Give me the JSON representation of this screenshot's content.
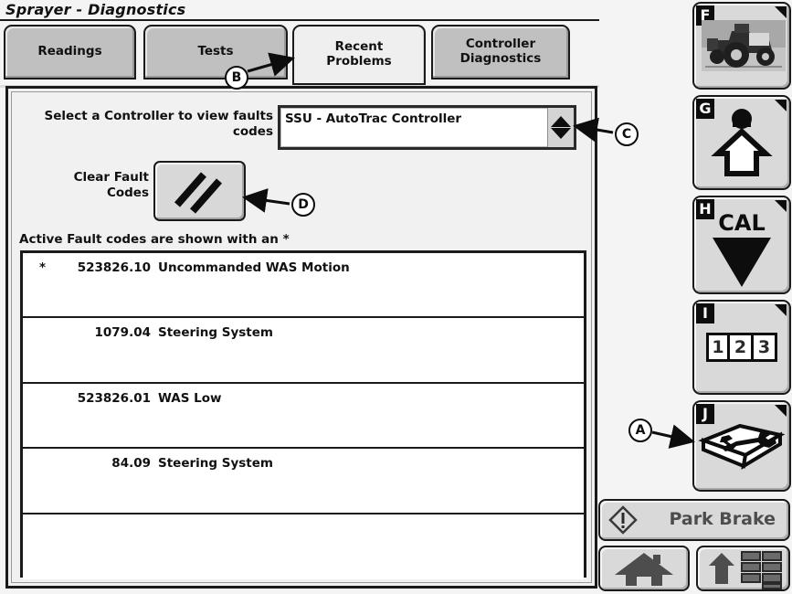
{
  "header": {
    "title": "Sprayer - Diagnostics"
  },
  "tabs": [
    {
      "id": "readings",
      "label": "Readings",
      "active": false
    },
    {
      "id": "tests",
      "label": "Tests",
      "active": false
    },
    {
      "id": "recent-problems",
      "label_line1": "Recent",
      "label_line2": "Problems",
      "active": true
    },
    {
      "id": "controller-diagnostics",
      "label_line1": "Controller",
      "label_line2": "Diagnostics",
      "active": false
    }
  ],
  "panel": {
    "selector_label": "Select a Controller to view faults codes",
    "controller_value": "SSU - AutoTrac Controller",
    "clear_label": "Clear Fault Codes",
    "clear_icon": "double-slash-icon",
    "list_caption": "Active Fault codes are shown with an *",
    "fault_rows": [
      {
        "star": "*",
        "code": "523826.10",
        "description": "Uncommanded WAS Motion"
      },
      {
        "star": "",
        "code": "1079.04",
        "description": "Steering System"
      },
      {
        "star": "",
        "code": "523826.01",
        "description": "WAS Low"
      },
      {
        "star": "",
        "code": "84.09",
        "description": "Steering System"
      },
      {
        "star": "",
        "code": "",
        "description": ""
      }
    ]
  },
  "sidebar": {
    "buttons": [
      {
        "badge": "F",
        "icon": "tractor-image-icon",
        "label": ""
      },
      {
        "badge": "G",
        "icon": "up-arrow-with-dot-icon",
        "label": ""
      },
      {
        "badge": "H",
        "icon": "cal-down-triangle-icon",
        "label": "CAL"
      },
      {
        "badge": "I",
        "icon": "numbers-123-icon",
        "label": ""
      },
      {
        "badge": "J",
        "icon": "manual-wrench-icon",
        "label": ""
      }
    ]
  },
  "status": {
    "park_brake_label": "Park Brake",
    "park_brake_icon": "warning-diamond-icon"
  },
  "bottom_nav": [
    {
      "id": "home",
      "icon": "home-icon"
    },
    {
      "id": "menu",
      "icon": "arrow-up-list-icon"
    }
  ],
  "callouts": [
    {
      "id": "a",
      "label": "A"
    },
    {
      "id": "b",
      "label": "B"
    },
    {
      "id": "c",
      "label": "C"
    },
    {
      "id": "d",
      "label": "D"
    }
  ],
  "cal_text": "CAL",
  "keypad": {
    "digits": [
      "1",
      "2",
      "3"
    ]
  },
  "colors": {
    "background": "#f4f4f4",
    "tab_inactive": "#c0c0c0",
    "tab_active": "#efefef",
    "button_face": "#d9d9d9",
    "outline": "#1a1a1a",
    "list_background": "#ffffff",
    "status_text": "#4d4d4d"
  }
}
